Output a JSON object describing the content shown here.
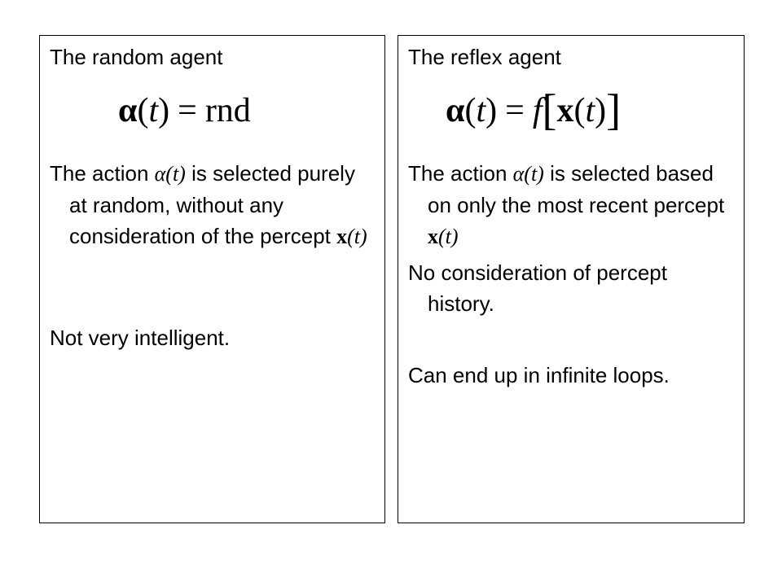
{
  "left_panel": {
    "title": "The random agent",
    "formula": {
      "lhs_symbol": "α",
      "lhs_arg_open": "(",
      "lhs_arg": "t",
      "lhs_arg_close": ")",
      "equals": "=",
      "rhs": "rnd"
    },
    "paragraph1": {
      "before": "The action ",
      "symbol": "α",
      "symbol_arg": "(t)",
      "middle": " is selected purely at random, without any consideration of the percept ",
      "percept_symbol": "x",
      "percept_arg": "(t)"
    },
    "paragraph2": "Not very intelligent."
  },
  "right_panel": {
    "title": "The reflex agent",
    "formula": {
      "lhs_symbol": "α",
      "lhs_arg_open": "(",
      "lhs_arg": "t",
      "lhs_arg_close": ")",
      "equals": "=",
      "func": "f",
      "bracket_open": "[",
      "inner_symbol": "x",
      "inner_arg_open": "(",
      "inner_arg": "t",
      "inner_arg_close": ")",
      "bracket_close": "]"
    },
    "paragraph1": {
      "before": "The action ",
      "symbol": "α",
      "symbol_arg": "(t)",
      "middle": " is selected based on only the most recent percept ",
      "percept_symbol": "x",
      "percept_arg": "(t)"
    },
    "paragraph2": "No consideration of percept history.",
    "paragraph3": "Can end up in infinite loops."
  }
}
